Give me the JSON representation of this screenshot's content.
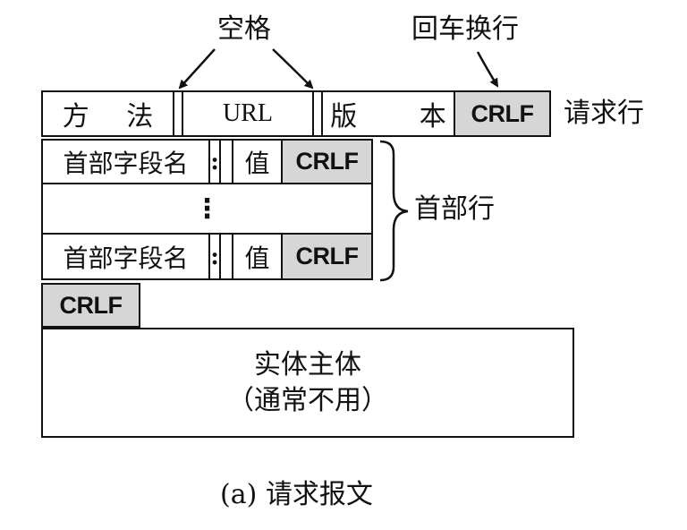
{
  "labels": {
    "space": "空格",
    "crlf_pointer": "回车换行",
    "request_line": "请求行",
    "header_lines": "首部行",
    "caption": "(a) 请求报文"
  },
  "request_line": {
    "method": "方 法",
    "url": "URL",
    "version": "版 本",
    "crlf": "CRLF"
  },
  "header_rows": [
    {
      "field_name": "首部字段名",
      "colon": ":",
      "value": "值",
      "crlf": "CRLF"
    },
    {
      "field_name": "首部字段名",
      "colon": ":",
      "value": "值",
      "crlf": "CRLF"
    }
  ],
  "ellipsis": "⋮",
  "blank_line_crlf": "CRLF",
  "entity_body": {
    "title": "实体主体",
    "note": "（通常不用）"
  }
}
